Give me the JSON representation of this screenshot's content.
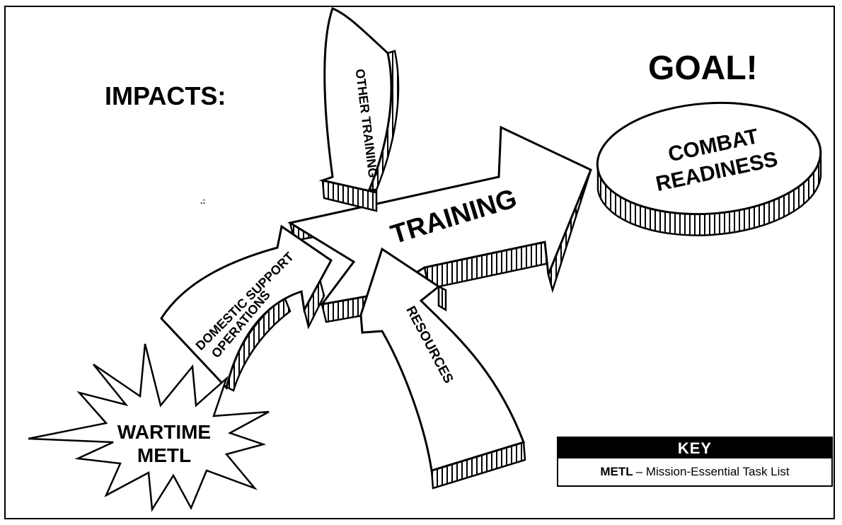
{
  "labels": {
    "impacts": "IMPACTS:",
    "goal": "GOAL!",
    "combat_line1": "COMBAT",
    "combat_line2": "READINESS",
    "training": "TRAINING",
    "other_training": "OTHER TRAINING",
    "domestic_line1": "DOMESTIC SUPPORT",
    "domestic_line2": "OPERATIONS",
    "resources": "RESOURCES",
    "wartime_line1": "WARTIME",
    "wartime_line2": "METL"
  },
  "key": {
    "title": "KEY",
    "term": "METL",
    "definition": "– Mission-Essential Task List"
  }
}
